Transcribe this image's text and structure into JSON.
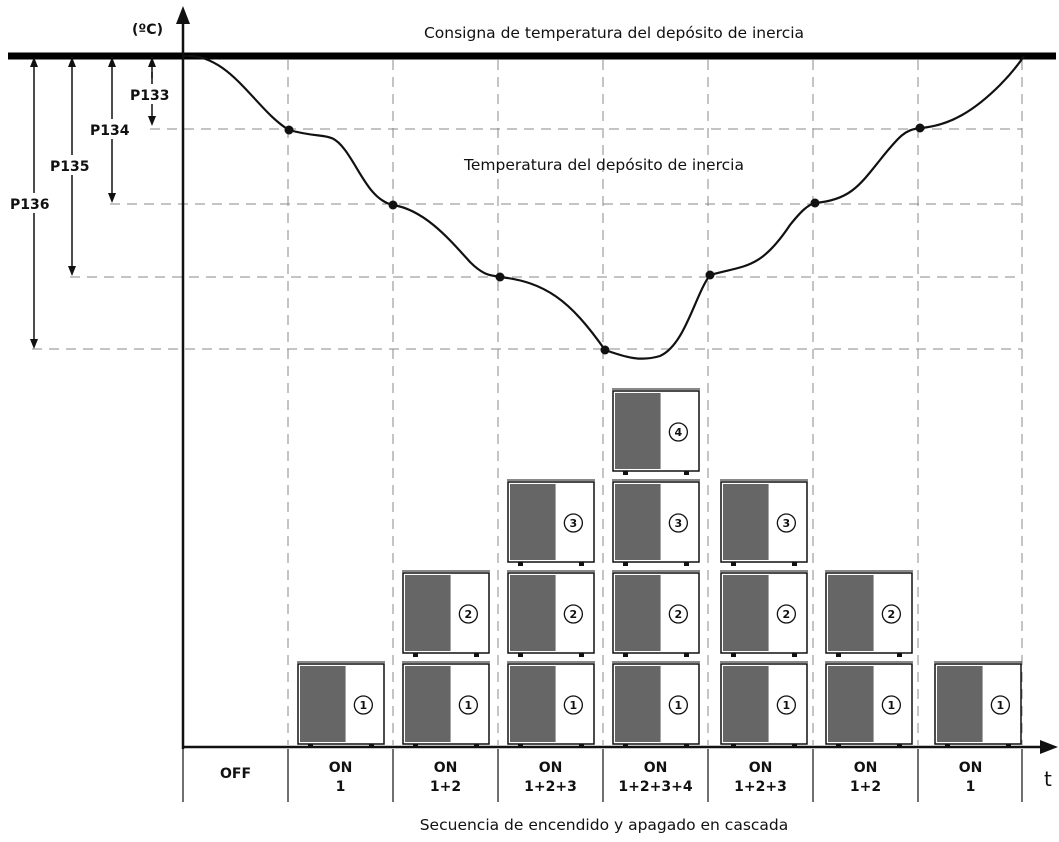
{
  "unit_label": "(ºC)",
  "setpoint_label": "Consigna de temperatura del depósito de inercia",
  "tank_temp_label": "Temperatura del depósito de inercia",
  "time_label": "t",
  "footer_caption": "Secuencia de encendido y apagado en cascada",
  "parameters": [
    "P133",
    "P134",
    "P135",
    "P136"
  ],
  "stages": [
    {
      "line1": "OFF",
      "line2": "",
      "units": []
    },
    {
      "line1": "ON",
      "line2": "1",
      "units": [
        "1"
      ]
    },
    {
      "line1": "ON",
      "line2": "1+2",
      "units": [
        "1",
        "2"
      ]
    },
    {
      "line1": "ON",
      "line2": "1+2+3",
      "units": [
        "1",
        "2",
        "3"
      ]
    },
    {
      "line1": "ON",
      "line2": "1+2+3+4",
      "units": [
        "1",
        "2",
        "3",
        "4"
      ]
    },
    {
      "line1": "ON",
      "line2": "1+2+3",
      "units": [
        "1",
        "2",
        "3"
      ]
    },
    {
      "line1": "ON",
      "line2": "1+2",
      "units": [
        "1",
        "2"
      ]
    },
    {
      "line1": "ON",
      "line2": "1",
      "units": [
        "1"
      ]
    }
  ],
  "colors": {
    "ink": "#111111",
    "unit_dark": "#666666",
    "dash": "#888888"
  }
}
